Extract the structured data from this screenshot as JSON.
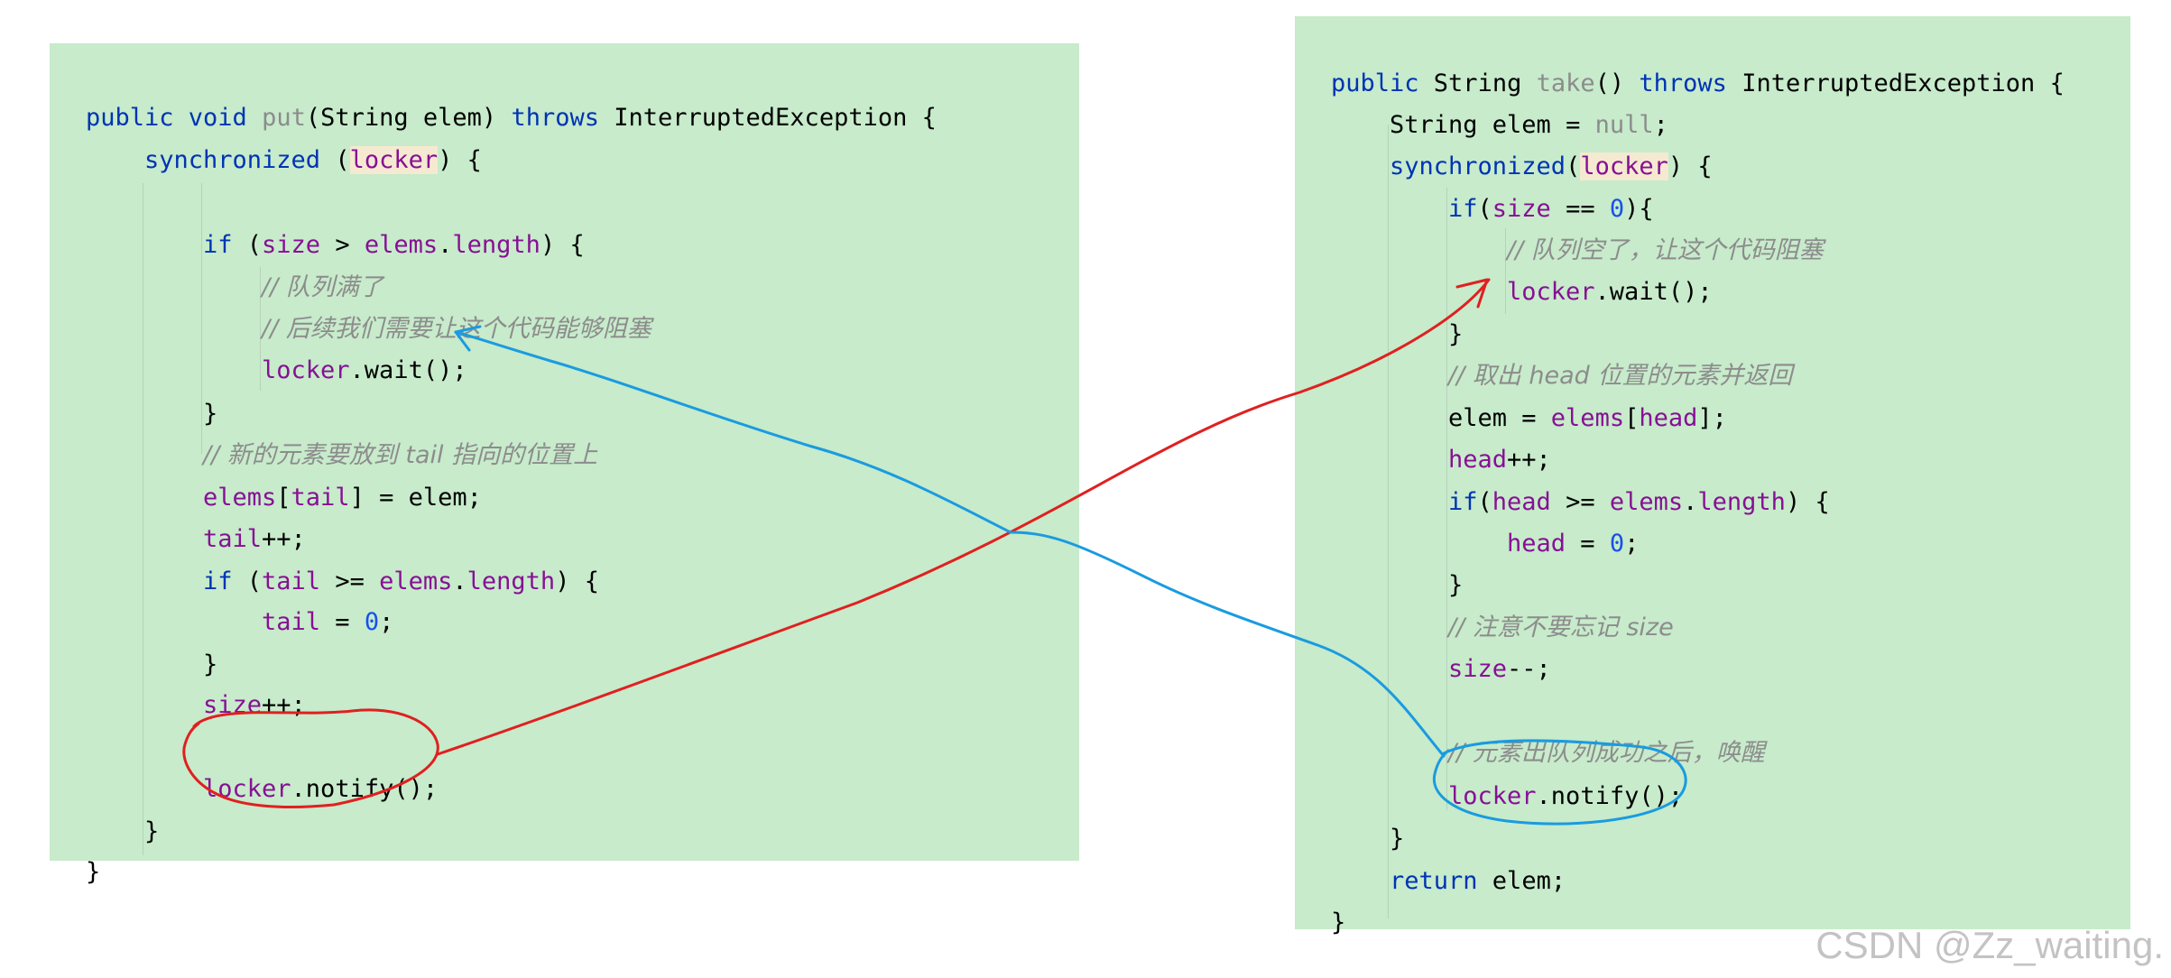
{
  "put": {
    "lines": [
      {
        "id": "p1",
        "parts": [
          [
            "kw",
            "public void "
          ],
          [
            "dim",
            "put"
          ],
          [
            "",
            "(String elem) "
          ],
          [
            "kw",
            "throws"
          ],
          [
            "",
            " InterruptedException {"
          ]
        ]
      },
      {
        "id": "p2",
        "parts": [
          [
            "kw",
            "synchronized"
          ],
          [
            "",
            " ("
          ],
          [
            "fld hl",
            "locker"
          ],
          [
            "",
            ") {"
          ]
        ]
      },
      {
        "id": "p3",
        "parts": [
          [
            "kw",
            "if"
          ],
          [
            "",
            " ("
          ],
          [
            "fld",
            "size"
          ],
          [
            "",
            " > "
          ],
          [
            "fld",
            "elems"
          ],
          [
            "",
            "."
          ],
          [
            "fld",
            "length"
          ],
          [
            "",
            ") {"
          ]
        ]
      },
      {
        "id": "p4",
        "parts": [
          [
            "cmt",
            "// 队列满了"
          ]
        ]
      },
      {
        "id": "p5",
        "parts": [
          [
            "cmt",
            "// 后续我们需要让这个代码能够阻塞"
          ]
        ]
      },
      {
        "id": "p6",
        "parts": [
          [
            "fld",
            "locker"
          ],
          [
            "",
            ".wait();"
          ]
        ]
      },
      {
        "id": "p7",
        "parts": [
          [
            "",
            "}"
          ]
        ]
      },
      {
        "id": "p8",
        "parts": [
          [
            "cmt",
            "// 新的元素要放到 "
          ],
          [
            "cmt b",
            "tail"
          ],
          [
            "cmt",
            " 指向的位置上"
          ]
        ]
      },
      {
        "id": "p9",
        "parts": [
          [
            "fld",
            "elems"
          ],
          [
            "",
            "["
          ],
          [
            "fld",
            "tail"
          ],
          [
            "",
            "] = elem;"
          ]
        ]
      },
      {
        "id": "p10",
        "parts": [
          [
            "fld",
            "tail"
          ],
          [
            "",
            "++;"
          ]
        ]
      },
      {
        "id": "p11",
        "parts": [
          [
            "kw",
            "if"
          ],
          [
            "",
            " ("
          ],
          [
            "fld",
            "tail"
          ],
          [
            "",
            " >= "
          ],
          [
            "fld",
            "elems"
          ],
          [
            "",
            "."
          ],
          [
            "fld",
            "length"
          ],
          [
            "",
            ") {"
          ]
        ]
      },
      {
        "id": "p12",
        "parts": [
          [
            "fld",
            "tail"
          ],
          [
            "",
            " = "
          ],
          [
            "num",
            "0"
          ],
          [
            "",
            ";"
          ]
        ]
      },
      {
        "id": "p13",
        "parts": [
          [
            "",
            "}"
          ]
        ]
      },
      {
        "id": "p14",
        "parts": [
          [
            "fld",
            "size"
          ],
          [
            "",
            "++;"
          ]
        ]
      },
      {
        "id": "p15",
        "parts": [
          [
            "fld",
            "locker"
          ],
          [
            "",
            ".notify();"
          ]
        ]
      },
      {
        "id": "p16",
        "parts": [
          [
            "",
            "}"
          ]
        ]
      },
      {
        "id": "p17",
        "parts": [
          [
            "",
            "}"
          ]
        ]
      }
    ]
  },
  "take": {
    "lines": [
      {
        "id": "t1",
        "parts": [
          [
            "kw",
            "public "
          ],
          [
            "",
            "String "
          ],
          [
            "dim",
            "take"
          ],
          [
            "",
            "() "
          ],
          [
            "kw",
            "throws"
          ],
          [
            "",
            " InterruptedException {"
          ]
        ]
      },
      {
        "id": "t2",
        "parts": [
          [
            "",
            "String elem = "
          ],
          [
            "dim",
            "null"
          ],
          [
            "",
            ";"
          ]
        ]
      },
      {
        "id": "t3",
        "parts": [
          [
            "kw",
            "synchronized"
          ],
          [
            "",
            "("
          ],
          [
            "fld hl",
            "locker"
          ],
          [
            "",
            ") {"
          ]
        ]
      },
      {
        "id": "t4",
        "parts": [
          [
            "kw",
            "if"
          ],
          [
            "",
            "("
          ],
          [
            "fld",
            "size"
          ],
          [
            "",
            " == "
          ],
          [
            "num",
            "0"
          ],
          [
            "",
            "){"
          ]
        ]
      },
      {
        "id": "t5",
        "parts": [
          [
            "cmt",
            "// 队列空了，让这个代码阻塞"
          ]
        ]
      },
      {
        "id": "t6",
        "parts": [
          [
            "fld",
            "locker"
          ],
          [
            "",
            ".wait();"
          ]
        ]
      },
      {
        "id": "t7",
        "parts": [
          [
            "",
            "}"
          ]
        ]
      },
      {
        "id": "t8",
        "parts": [
          [
            "cmt",
            "// 取出 "
          ],
          [
            "cmt b",
            "head"
          ],
          [
            "cmt",
            " 位置的元素并返回"
          ]
        ]
      },
      {
        "id": "t9",
        "parts": [
          [
            "",
            "elem = "
          ],
          [
            "fld",
            "elems"
          ],
          [
            "",
            "["
          ],
          [
            "fld",
            "head"
          ],
          [
            "",
            "];"
          ]
        ]
      },
      {
        "id": "t10",
        "parts": [
          [
            "fld",
            "head"
          ],
          [
            "",
            "++;"
          ]
        ]
      },
      {
        "id": "t11",
        "parts": [
          [
            "kw",
            "if"
          ],
          [
            "",
            "("
          ],
          [
            "fld",
            "head"
          ],
          [
            "",
            " >= "
          ],
          [
            "fld",
            "elems"
          ],
          [
            "",
            "."
          ],
          [
            "fld",
            "length"
          ],
          [
            "",
            ") {"
          ]
        ]
      },
      {
        "id": "t12",
        "parts": [
          [
            "fld",
            "head"
          ],
          [
            "",
            " = "
          ],
          [
            "num",
            "0"
          ],
          [
            "",
            ";"
          ]
        ]
      },
      {
        "id": "t13",
        "parts": [
          [
            "",
            "}"
          ]
        ]
      },
      {
        "id": "t14",
        "parts": [
          [
            "cmt",
            "// 注意不要忘记 "
          ],
          [
            "cmt b",
            "size"
          ]
        ]
      },
      {
        "id": "t15",
        "parts": [
          [
            "fld",
            "size"
          ],
          [
            "",
            "--;"
          ]
        ]
      },
      {
        "id": "t16",
        "parts": [
          [
            "cmt",
            "// 元素出队列成功之后，唤醒"
          ]
        ]
      },
      {
        "id": "t17",
        "parts": [
          [
            "fld",
            "locker"
          ],
          [
            "",
            ".notify();"
          ]
        ]
      },
      {
        "id": "t18",
        "parts": [
          [
            "",
            "}"
          ]
        ]
      },
      {
        "id": "t19",
        "parts": [
          [
            "kw",
            "return"
          ],
          [
            "",
            " elem;"
          ]
        ]
      },
      {
        "id": "t20",
        "parts": [
          [
            "",
            "}"
          ]
        ]
      }
    ]
  },
  "colors": {
    "panel_bg": "#c7ebcb",
    "keyword": "#0033b3",
    "field": "#871094",
    "number": "#1750eb",
    "comment": "#8c8c8c",
    "locker_highlight": "#f5ead1",
    "red_annotation": "#e02020",
    "blue_annotation": "#1a9be0"
  },
  "watermark": "CSDN @Zz_waiting."
}
